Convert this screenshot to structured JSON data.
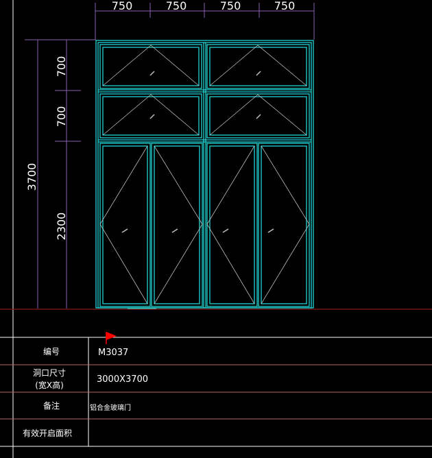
{
  "drawing": {
    "top_dimensions": [
      "750",
      "750",
      "750",
      "750"
    ],
    "left_overall_dimension": "3700",
    "left_dimensions": [
      "700",
      "700",
      "2300"
    ],
    "colors": {
      "background": "#000000",
      "frame": "#22d3d3",
      "dimension_line": "#8a5fb5",
      "opening_line": "#bfbfbf",
      "ground_line": "#8b1a1a",
      "table_line": "#ffffff",
      "table_row_line": "#b46a6a",
      "flag": "#ff0000"
    }
  },
  "table": {
    "rows": [
      {
        "label": "编号",
        "value": "M3037"
      },
      {
        "label": "洞口尺寸",
        "label_line2": "(宽X高)",
        "value": "3000X3700"
      },
      {
        "label": "备注",
        "value": "铝合金玻璃门"
      },
      {
        "label": "有效开启面积",
        "value": ""
      }
    ]
  }
}
